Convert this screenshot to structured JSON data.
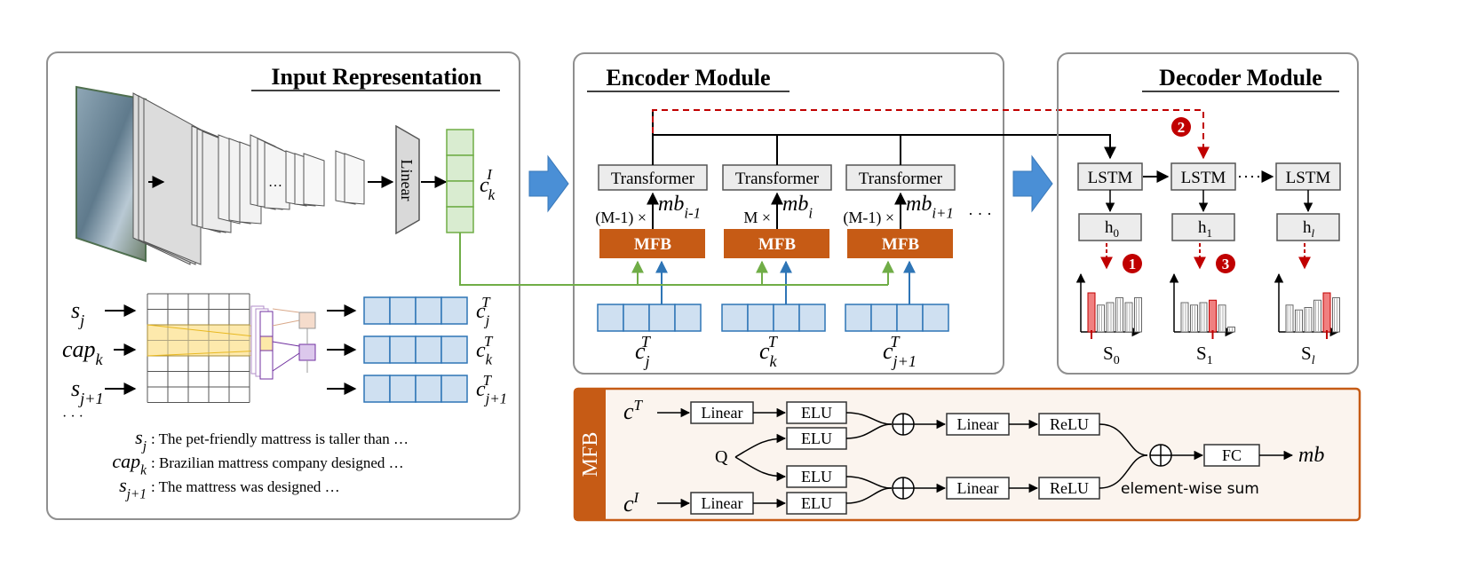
{
  "colors": {
    "frame_stroke": "#8f8f8f",
    "box_fill": "#ececec",
    "mfb_orange": "#c65b15",
    "mfb_panel_fill": "#fbf4ee",
    "blue_cell": "#cfe0f1",
    "blue_stroke": "#2e75b6",
    "green_cell": "#d9ecd0",
    "green_stroke": "#70ad47",
    "yellow_cell": "#fde9a8",
    "purple": "#7030a0",
    "red": "#c00000",
    "arrow_blue": "#4a8fd6",
    "bar_red": "#f08080"
  },
  "input_panel": {
    "title": "Input Representation",
    "linear_label": "Linear",
    "dots": "…",
    "ck_I": {
      "base": "c",
      "sub": "k",
      "sup": "I"
    },
    "rows": [
      {
        "label": {
          "base": "s",
          "sub": "j"
        },
        "out": {
          "base": "c",
          "sub": "j",
          "sup": "T"
        }
      },
      {
        "label": {
          "base": "cap",
          "sub": "k"
        },
        "out": {
          "base": "c",
          "sub": "k",
          "sup": "T"
        }
      },
      {
        "label": {
          "base": "s",
          "sub": "j+1"
        },
        "out": {
          "base": "c",
          "sub": "j+1",
          "sup": "T"
        }
      }
    ],
    "more": "· · ·",
    "sentences": [
      {
        "label": {
          "base": "s",
          "sub": "j"
        },
        "text": "The pet-friendly mattress is taller than …"
      },
      {
        "label": {
          "base": "cap",
          "sub": "k"
        },
        "text": "Brazilian mattress company designed …"
      },
      {
        "label": {
          "base": "s",
          "sub": "j+1"
        },
        "text": "The mattress was designed …"
      }
    ]
  },
  "encoder_panel": {
    "title": "Encoder Module",
    "transformer_label": "Transformer",
    "mfb_label": "MFB",
    "columns": [
      {
        "mult": "(M-1) ×",
        "mb": {
          "base": "mb",
          "sub": "i-1"
        },
        "c": {
          "base": "c",
          "sub": "j",
          "sup": "T"
        }
      },
      {
        "mult": "M ×",
        "mb": {
          "base": "mb",
          "sub": "i"
        },
        "c": {
          "base": "c",
          "sub": "k",
          "sup": "T"
        }
      },
      {
        "mult": "(M-1) ×",
        "mb": {
          "base": "mb",
          "sub": "i+1"
        },
        "c": {
          "base": "c",
          "sub": "j+1",
          "sup": "T"
        }
      }
    ],
    "trailing_dots": "· · ·"
  },
  "decoder_panel": {
    "title": "Decoder Module",
    "lstm_label": "LSTM",
    "dots": "· · ·",
    "steps": [
      {
        "h": {
          "base": "h",
          "sub": "0"
        },
        "s": {
          "base": "S",
          "sub": "0"
        },
        "badge": "1",
        "bars": [
          0.8,
          0.55,
          0.6,
          0.7,
          0.6,
          0.7
        ],
        "highlight": 0
      },
      {
        "h": {
          "base": "h",
          "sub": "1"
        },
        "s": {
          "base": "S",
          "sub": "1"
        },
        "badge": "3",
        "bars": [
          0.6,
          0.55,
          0.6,
          0.65,
          0.55,
          0.1
        ],
        "highlight": 3
      },
      {
        "h": {
          "base": "h",
          "sub": "l"
        },
        "s": {
          "base": "S",
          "sub": "l"
        },
        "badge": "",
        "bars": [
          0.55,
          0.45,
          0.5,
          0.65,
          0.8,
          0.7
        ],
        "highlight": 4
      }
    ],
    "top_badge": "2"
  },
  "mfb_panel": {
    "side_label": "MFB",
    "cT": {
      "base": "c",
      "sup": "T"
    },
    "cI": {
      "base": "c",
      "sup": "I"
    },
    "q_label": "Q",
    "linear": "Linear",
    "elu": "ELU",
    "relu": "ReLU",
    "fc": "FC",
    "mb": "mb",
    "sum_label": "element-wise sum"
  }
}
